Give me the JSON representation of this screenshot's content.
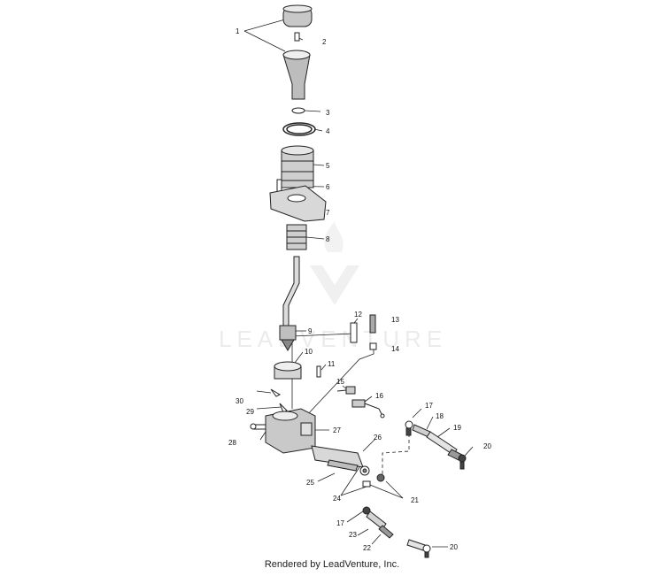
{
  "watermark": {
    "text": "LEADVENTURE"
  },
  "footer": {
    "text": "Rendered by LeadVenture, Inc."
  },
  "callouts": {
    "c1": "1",
    "c2": "2",
    "c3": "3",
    "c4": "4",
    "c5": "5",
    "c6": "6",
    "c7": "7",
    "c8": "8",
    "c9": "9",
    "c10": "10",
    "c11": "11",
    "c12": "12",
    "c13": "13",
    "c14": "14",
    "c15": "15",
    "c16": "16",
    "c17a": "17",
    "c17b": "17",
    "c18": "18",
    "c19": "19",
    "c20a": "20",
    "c20b": "20",
    "c21": "21",
    "c22": "22",
    "c23": "23",
    "c24": "24",
    "c25": "25",
    "c26": "26",
    "c27": "27",
    "c28": "28",
    "c29": "29",
    "c30": "30"
  },
  "colors": {
    "line": "#222222",
    "fill": "#ffffff",
    "shade": "#bbbbbb",
    "watermark": "#d9d9d9"
  }
}
